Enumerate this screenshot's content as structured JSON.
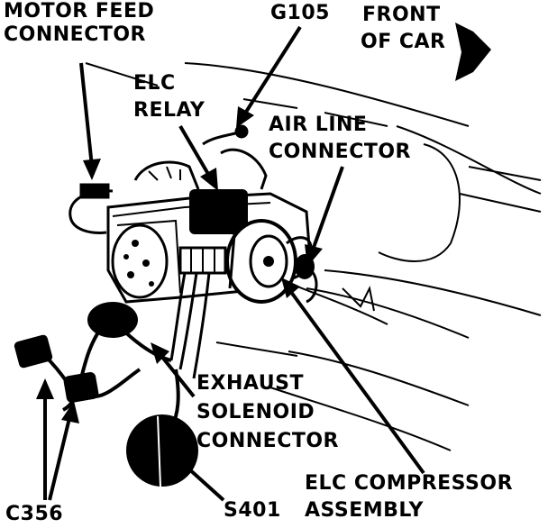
{
  "colors": {
    "ink": "#000000",
    "paper": "#ffffff"
  },
  "labels": {
    "motor_feed_connector": {
      "line1": "MOTOR FEED",
      "line2": "CONNECTOR"
    },
    "g105": "G105",
    "front_of_car": {
      "line1": "FRONT",
      "line2": "OF CAR"
    },
    "elc_relay": {
      "line1": "ELC",
      "line2": "RELAY"
    },
    "air_line_connector": {
      "line1": "AIR LINE",
      "line2": "CONNECTOR"
    },
    "exhaust_solenoid_connector": {
      "line1": "EXHAUST",
      "line2": "SOLENOID",
      "line3": "CONNECTOR"
    },
    "elc_compressor_assembly": {
      "line1": "ELC COMPRESSOR",
      "line2": "ASSEMBLY"
    },
    "c356": "C356",
    "s401": "S401"
  },
  "icons": {
    "direction_arrow": "arrow-right-icon"
  }
}
